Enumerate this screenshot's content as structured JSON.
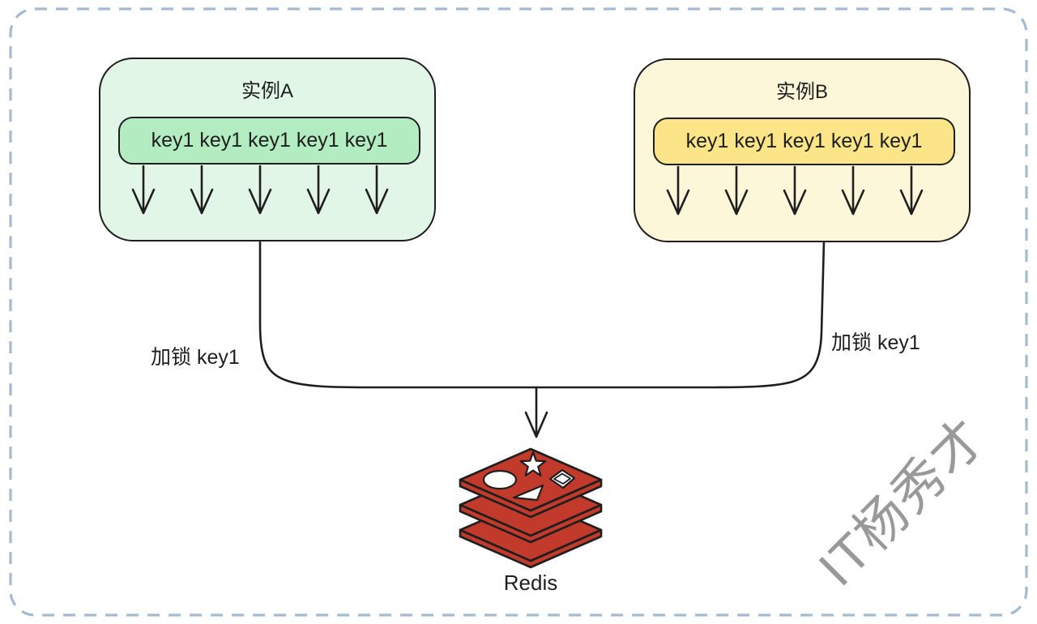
{
  "colors": {
    "border_dash": "#a3bad3",
    "ink": "#1e1e1e",
    "instance_a_fill": "#e2f6e7",
    "instance_a_key_fill": "#b3ecc1",
    "instance_b_fill": "#fdf7d9",
    "instance_b_key_fill": "#fbe588",
    "redis_red": "#c13a2c",
    "watermark": "#999999"
  },
  "instances": [
    {
      "id": "A",
      "title": "实例A",
      "keys_label": "key1 key1 key1 key1 key1",
      "arrow_count": 5
    },
    {
      "id": "B",
      "title": "实例B",
      "keys_label": "key1 key1 key1 key1 key1",
      "arrow_count": 5
    }
  ],
  "labels": {
    "lock_left": "加锁 key1",
    "lock_right": "加锁 key1",
    "redis": "Redis"
  },
  "watermark": {
    "text": "IT杨秀才"
  }
}
